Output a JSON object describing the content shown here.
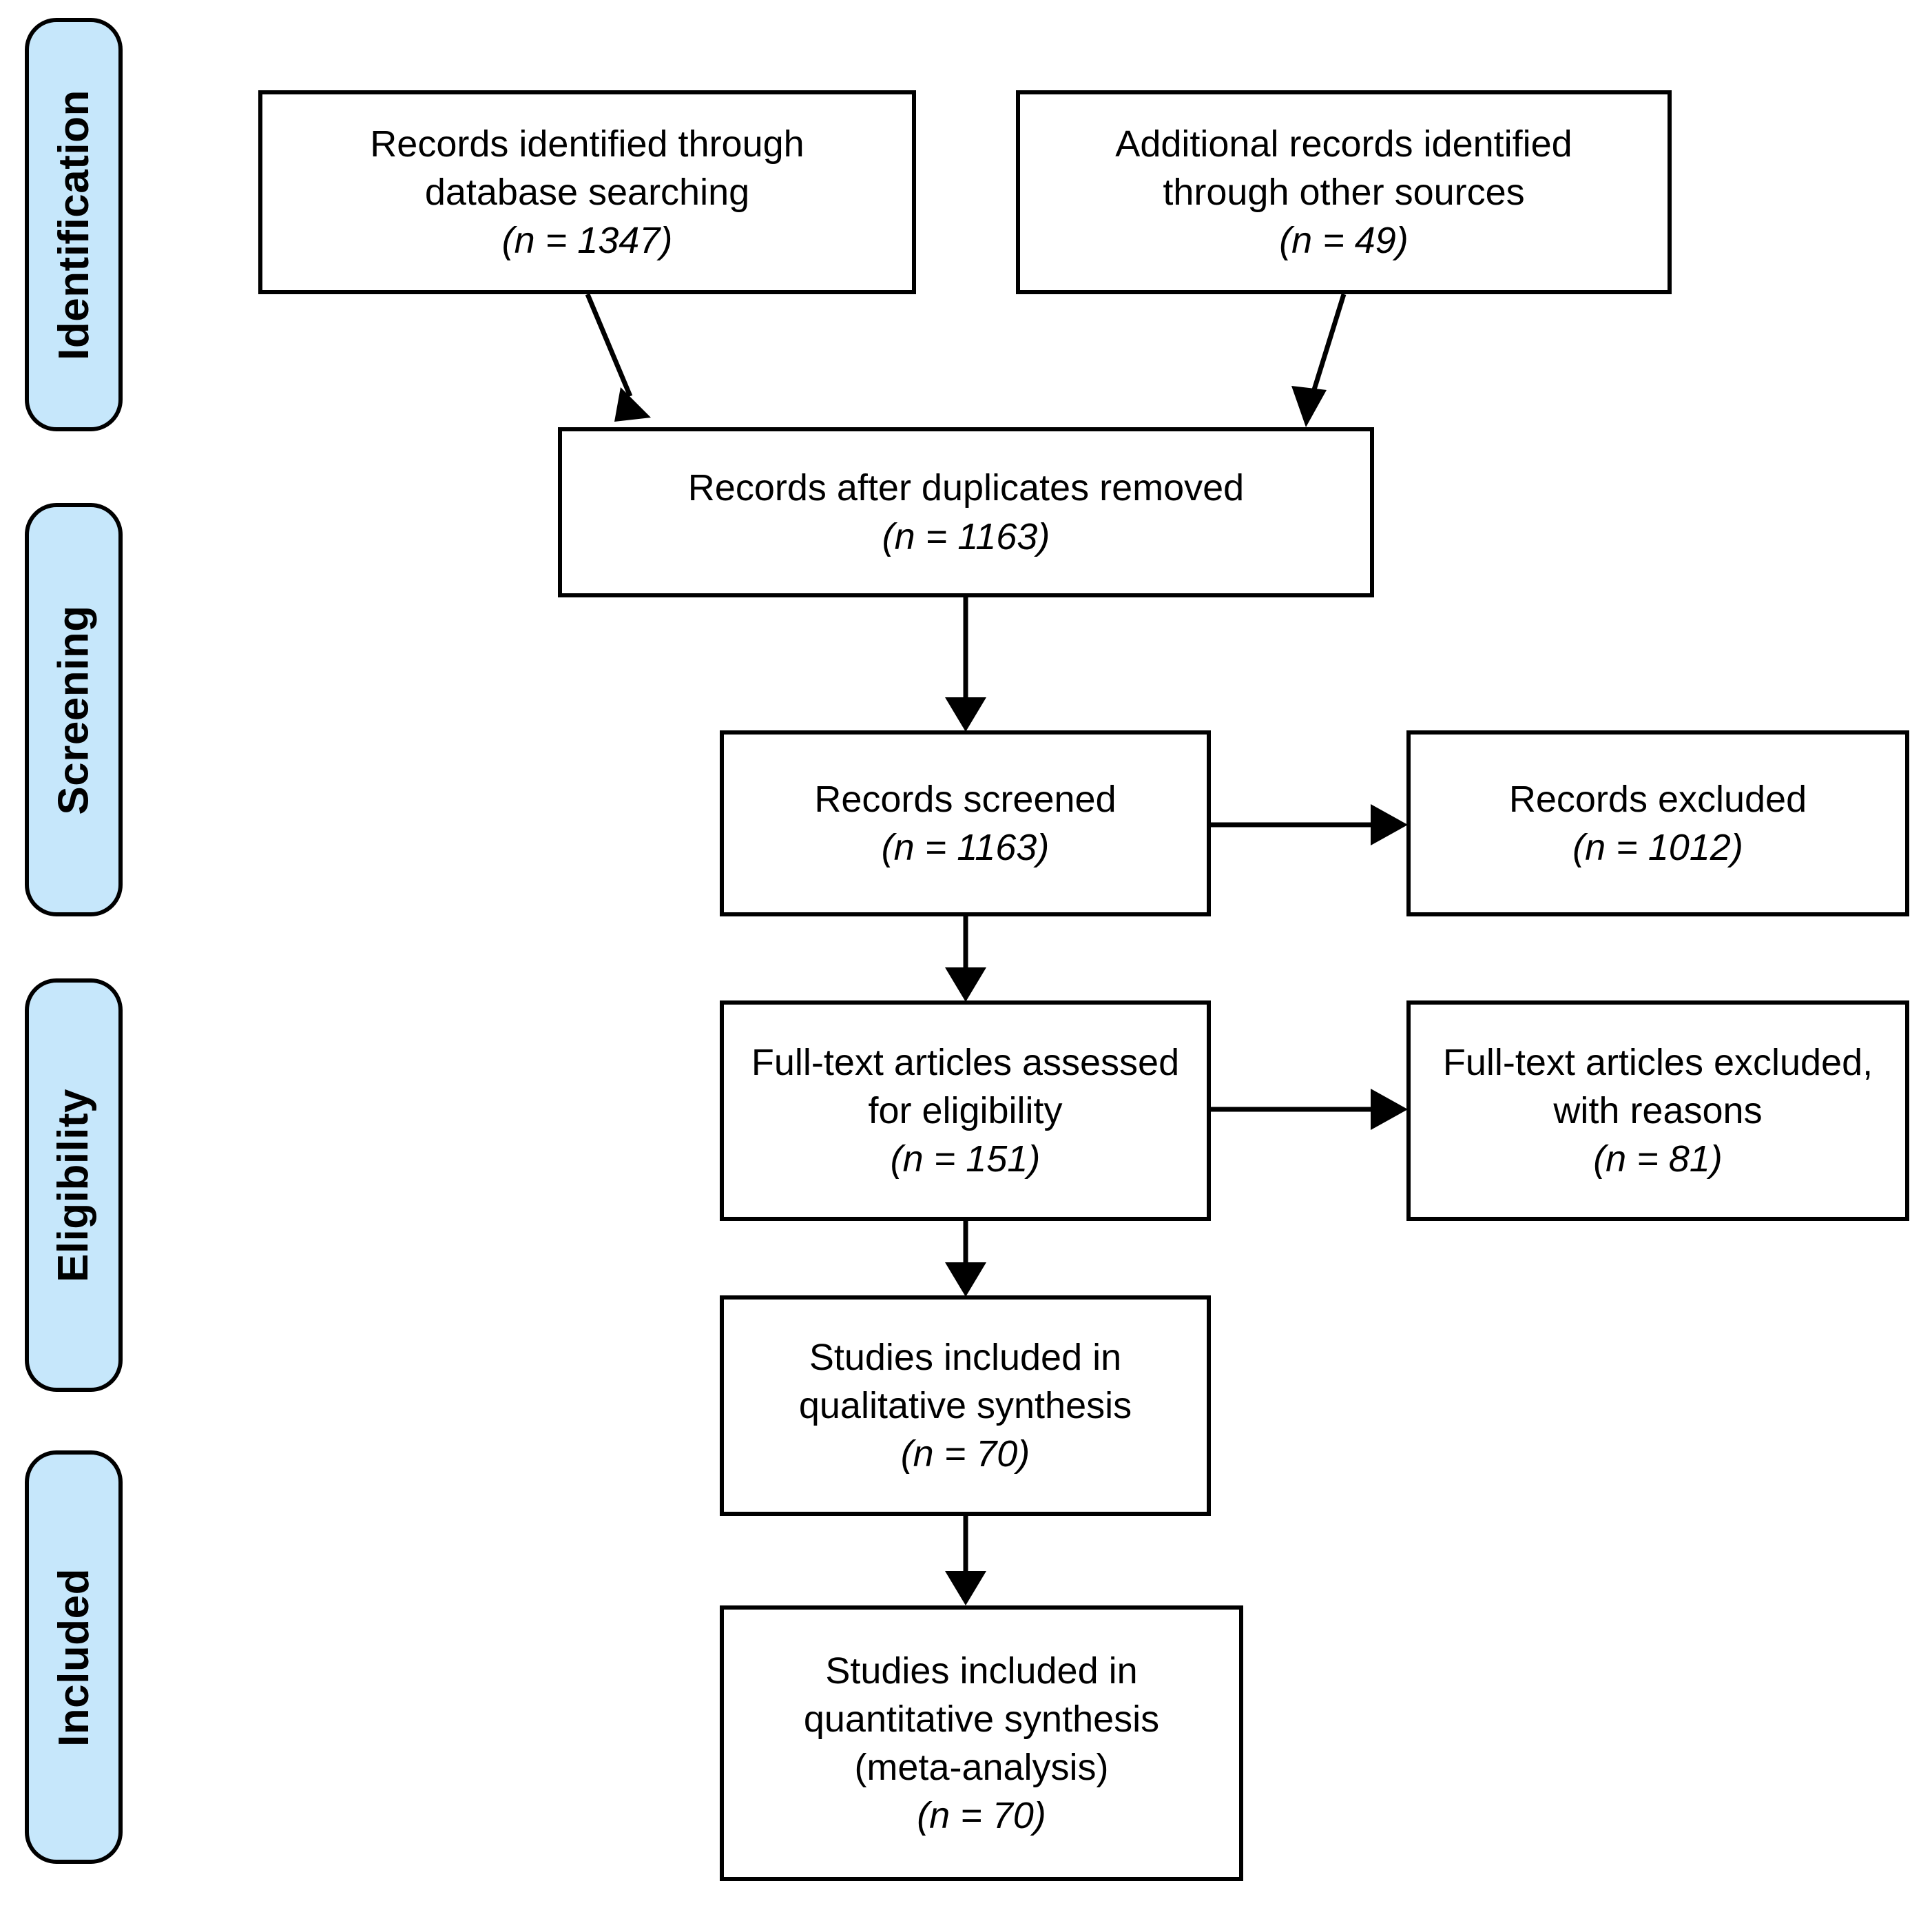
{
  "figure": {
    "type": "prisma-flow-diagram",
    "background_color": "#ffffff",
    "line_color": "#000000",
    "stage_pill_color": "#c6e7fb"
  },
  "stages": [
    {
      "id": "identification",
      "label": "Identification"
    },
    {
      "id": "screening",
      "label": "Screening"
    },
    {
      "id": "eligibility",
      "label": "Eligibility"
    },
    {
      "id": "included",
      "label": "Included"
    }
  ],
  "boxes": {
    "database_search": {
      "text": "Records identified through\ndatabase searching",
      "count": "(n =  1347)"
    },
    "other_sources": {
      "text": "Additional records identified\nthrough other sources",
      "count": "(n =  49)"
    },
    "duplicates_removed": {
      "text": "Records after duplicates removed",
      "count": "(n = 1163)"
    },
    "records_screened": {
      "text": "Records screened",
      "count": "(n = 1163)"
    },
    "records_excluded": {
      "text": "Records excluded",
      "count": "(n = 1012)"
    },
    "fulltext_assessed": {
      "text": "Full-text articles assessed\nfor eligibility",
      "count": "(n =  151)"
    },
    "fulltext_excluded": {
      "text": "Full-text articles excluded,\nwith reasons",
      "count": "(n = 81)"
    },
    "qualitative_synthesis": {
      "text": "Studies included in\nqualitative synthesis",
      "count": "(n = 70)"
    },
    "quantitative_synthesis": {
      "text": "Studies included in\nquantitative synthesis\n(meta-analysis)",
      "count": "(n =  70)"
    }
  },
  "chart_data": {
    "type": "diagram",
    "title": "PRISMA flow diagram",
    "nodes": [
      {
        "id": "database_search",
        "stage": "Identification",
        "label": "Records identified through database searching",
        "n": 1347
      },
      {
        "id": "other_sources",
        "stage": "Identification",
        "label": "Additional records identified through other sources",
        "n": 49
      },
      {
        "id": "duplicates_removed",
        "stage": "Screening",
        "label": "Records after duplicates removed",
        "n": 1163
      },
      {
        "id": "records_screened",
        "stage": "Screening",
        "label": "Records screened",
        "n": 1163
      },
      {
        "id": "records_excluded",
        "stage": "Screening",
        "label": "Records excluded",
        "n": 1012
      },
      {
        "id": "fulltext_assessed",
        "stage": "Eligibility",
        "label": "Full-text articles assessed for eligibility",
        "n": 151
      },
      {
        "id": "fulltext_excluded",
        "stage": "Eligibility",
        "label": "Full-text articles excluded, with reasons",
        "n": 81
      },
      {
        "id": "qualitative_synthesis",
        "stage": "Included",
        "label": "Studies included in qualitative synthesis",
        "n": 70
      },
      {
        "id": "quantitative_synthesis",
        "stage": "Included",
        "label": "Studies included in quantitative synthesis (meta-analysis)",
        "n": 70
      }
    ],
    "edges": [
      {
        "from": "database_search",
        "to": "duplicates_removed",
        "direction": "down"
      },
      {
        "from": "other_sources",
        "to": "duplicates_removed",
        "direction": "down"
      },
      {
        "from": "duplicates_removed",
        "to": "records_screened",
        "direction": "down"
      },
      {
        "from": "records_screened",
        "to": "records_excluded",
        "direction": "right"
      },
      {
        "from": "records_screened",
        "to": "fulltext_assessed",
        "direction": "down"
      },
      {
        "from": "fulltext_assessed",
        "to": "fulltext_excluded",
        "direction": "right"
      },
      {
        "from": "fulltext_assessed",
        "to": "qualitative_synthesis",
        "direction": "down"
      },
      {
        "from": "qualitative_synthesis",
        "to": "quantitative_synthesis",
        "direction": "down"
      }
    ]
  }
}
